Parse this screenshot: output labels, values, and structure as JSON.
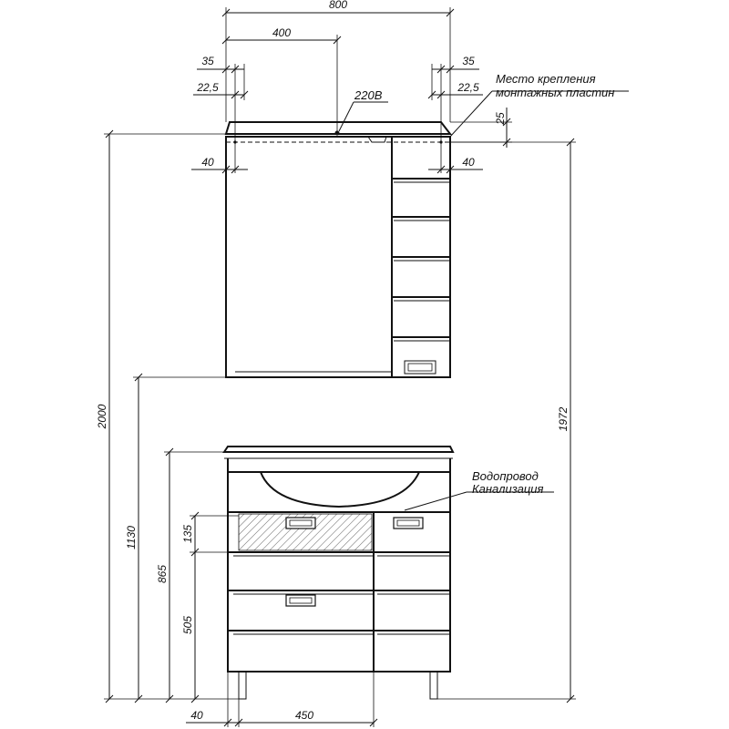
{
  "dimensions": {
    "top_width": "800",
    "half_width": "400",
    "offset_35_left": "35",
    "offset_22_left": "22,5",
    "offset_35_right": "35",
    "offset_22_right": "22,5",
    "offset_40_left": "40",
    "offset_40_right": "40",
    "offset_25": "25",
    "height_total": "2000",
    "height_1972": "1972",
    "height_1130": "1130",
    "height_865": "865",
    "height_135": "135",
    "height_505": "505",
    "bottom_40": "40",
    "bottom_450": "450"
  },
  "labels": {
    "power": "220В",
    "mount_line1": "Место крепления",
    "mount_line2": "монтажных пластин",
    "water_supply": "Водопровод",
    "sewer": "Канализация"
  }
}
